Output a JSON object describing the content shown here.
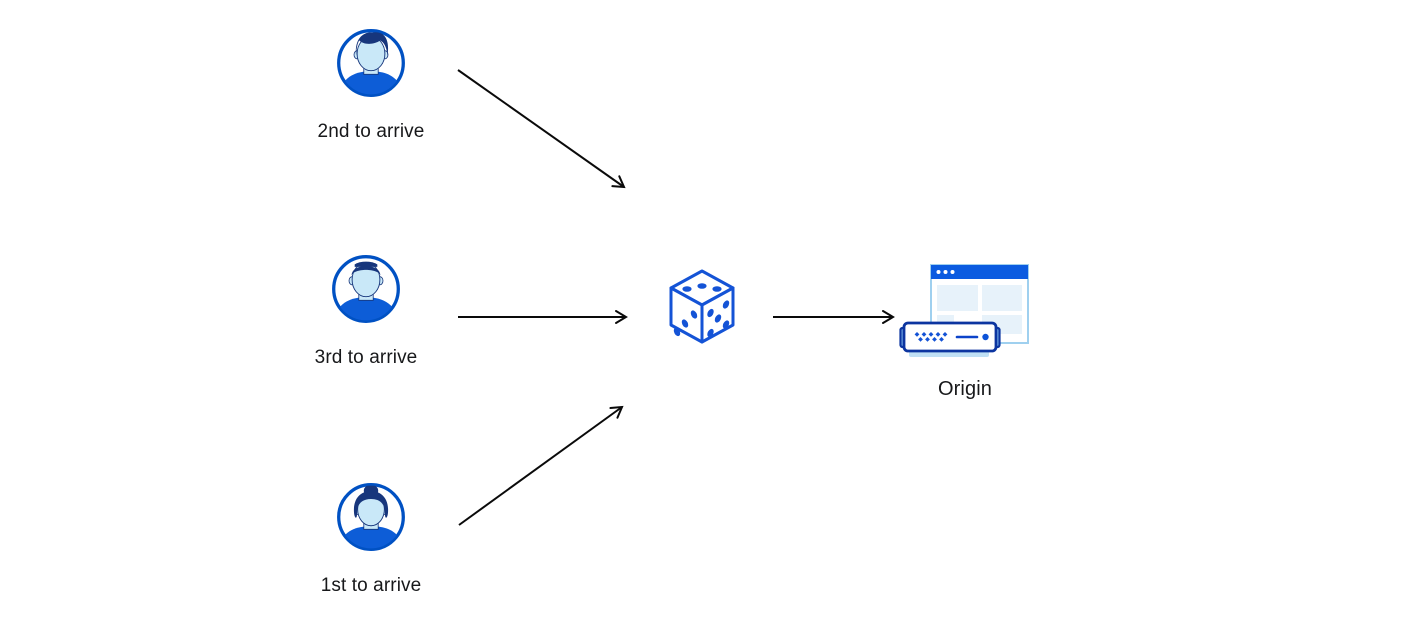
{
  "diagram": {
    "visitors": [
      {
        "id": "second",
        "label": "2nd to arrive",
        "icon": "user-man-avatar-icon"
      },
      {
        "id": "third",
        "label": "3rd to arrive",
        "icon": "user-man-avatar-icon"
      },
      {
        "id": "first",
        "label": "1st to arrive",
        "icon": "user-woman-avatar-icon"
      }
    ],
    "center": {
      "icon": "dice-icon"
    },
    "origin": {
      "label": "Origin",
      "icon": "origin-server-icon"
    },
    "arrows": [
      {
        "from": "visitor-2nd",
        "to": "dice"
      },
      {
        "from": "visitor-3rd",
        "to": "dice"
      },
      {
        "from": "visitor-1st",
        "to": "dice"
      },
      {
        "from": "dice",
        "to": "origin"
      }
    ],
    "colors": {
      "arrow": "#0a0a0a",
      "outline_blue": "#0051c3",
      "fill_blue": "#0d5dd7",
      "dark_blue": "#17367c",
      "face_light_blue": "#c9e8f8",
      "pale_blue": "#e7f2fa",
      "window_bar_blue": "#0b5be0",
      "window_border_blue": "#9fd0ef",
      "dice_blue": "#1453d6",
      "text": "#17181a",
      "background": "#ffffff"
    }
  }
}
